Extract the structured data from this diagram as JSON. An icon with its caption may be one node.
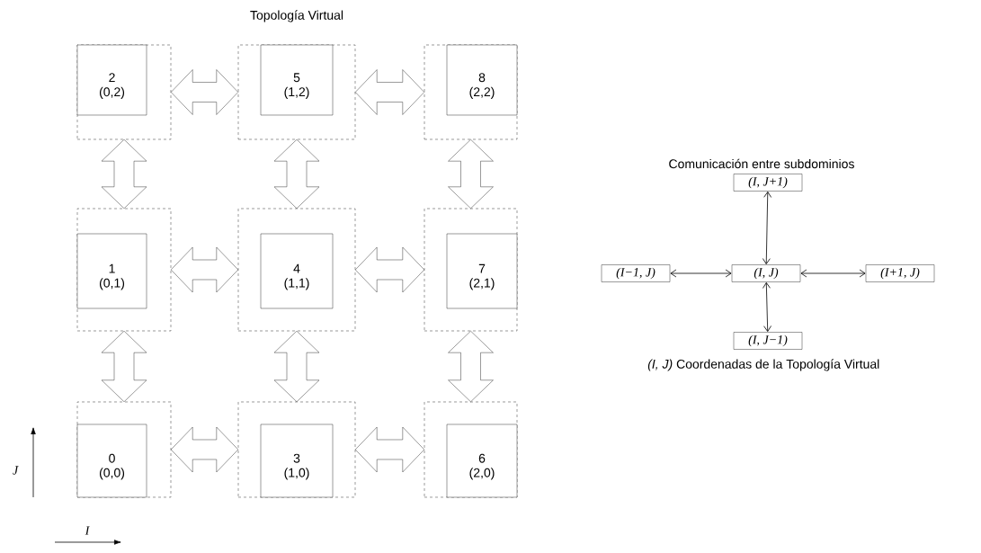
{
  "diagram": {
    "nodes": [
      {
        "text": [],
        "shape": "box"
      },
      {
        "text": [
          "2",
          "(0,2)"
        ],
        "in": 0
      },
      {
        "text": [],
        "shape": "box"
      },
      {
        "text": [
          "5",
          "(1,2)"
        ],
        "in": 2
      },
      {
        "text": [],
        "shape": "box"
      },
      {
        "text": [
          "8",
          "(2,2)"
        ],
        "in": 4
      },
      {
        "text": [],
        "shape": "box"
      },
      {
        "text": [
          "1",
          "(0,1)"
        ],
        "in": 6
      },
      {
        "text": [],
        "shape": "box"
      },
      {
        "text": [
          "4",
          "(1,1)"
        ],
        "in": 8
      },
      {
        "text": [],
        "shape": "box"
      },
      {
        "text": [
          "7",
          "(2,1)"
        ],
        "in": 10
      },
      {
        "text": [],
        "shape": "box"
      },
      {
        "text": [
          "0",
          "(0,0)"
        ],
        "in": 12
      },
      {
        "text": [],
        "shape": "box"
      },
      {
        "text": [
          "3",
          "(1,0)"
        ],
        "in": 14
      },
      {
        "text": [],
        "shape": "box"
      },
      {
        "text": [
          "6",
          "(2,0)"
        ],
        "in": 16
      },
      {
        "text": [
          "(I, J+1)"
        ]
      },
      {
        "text": [
          "(I−1, J)"
        ]
      },
      {
        "text": [
          "(I, J)"
        ]
      },
      {
        "text": [
          "(I+1, J)"
        ]
      },
      {
        "text": [
          "(I, J−1)"
        ]
      }
    ],
    "edges": [
      {
        "from": 0,
        "to": 2,
        "arrow": "both",
        "style": "thick"
      },
      {
        "from": 2,
        "to": 4,
        "arrow": "both",
        "style": "thick"
      },
      {
        "from": 6,
        "to": 8,
        "arrow": "both",
        "style": "thick"
      },
      {
        "from": 8,
        "to": 10,
        "arrow": "both",
        "style": "thick"
      },
      {
        "from": 12,
        "to": 14,
        "arrow": "both",
        "style": "thick"
      },
      {
        "from": 14,
        "to": 16,
        "arrow": "both",
        "style": "thick"
      },
      {
        "from": 0,
        "to": 6,
        "arrow": "both",
        "style": "thick"
      },
      {
        "from": 2,
        "to": 8,
        "arrow": "both",
        "style": "thick"
      },
      {
        "from": 4,
        "to": 10,
        "arrow": "both",
        "style": "thick"
      },
      {
        "from": 6,
        "to": 12,
        "arrow": "both",
        "style": "thick"
      },
      {
        "from": 8,
        "to": 14,
        "arrow": "both",
        "style": "thick"
      },
      {
        "from": 10,
        "to": 16,
        "arrow": "both",
        "style": "thick"
      },
      {
        "from": 20,
        "to": 18,
        "arrow": "both"
      },
      {
        "from": 19,
        "to": 20,
        "arrow": "both"
      },
      {
        "from": 20,
        "to": 21,
        "arrow": "both"
      },
      {
        "from": 20,
        "to": 22,
        "arrow": "both"
      }
    ],
    "labels": [
      "Topología Virtual",
      "Comunicación entre subdominios",
      "J",
      "I",
      "*(I, J)* Coordenadas de la Topología Virtual"
    ]
  }
}
